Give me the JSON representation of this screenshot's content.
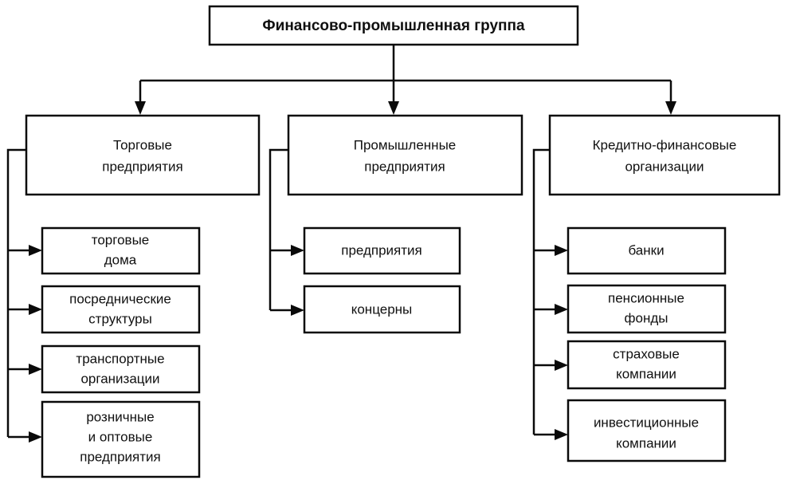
{
  "diagram": {
    "title": "Финансово-промышленная группа",
    "type": "organizational-hierarchy",
    "colors": {
      "stroke": "#0a0a0a",
      "box_fill": "#ffffff",
      "text": "#101010",
      "background": "#ffffff"
    },
    "root": {
      "id": "root",
      "label": "Финансово-промышленная группа",
      "lines": [
        "Финансово-промышленная группа"
      ]
    },
    "branches": [
      {
        "id": "trade",
        "label": "Торговые предприятия",
        "lines": [
          "Торговые",
          "предприятия"
        ],
        "children": [
          {
            "id": "trade-1",
            "label": "торговые дома",
            "lines": [
              "торговые",
              "дома"
            ]
          },
          {
            "id": "trade-2",
            "label": "посреднические структуры",
            "lines": [
              "посреднические",
              "структуры"
            ]
          },
          {
            "id": "trade-3",
            "label": "транспортные организации",
            "lines": [
              "транспортные",
              "организации"
            ]
          },
          {
            "id": "trade-4",
            "label": "розничные и оптовые предприятия",
            "lines": [
              "розничные",
              "и оптовые",
              "предприятия"
            ]
          }
        ]
      },
      {
        "id": "industrial",
        "label": "Промышленные предприятия",
        "lines": [
          "Промышленные",
          "предприятия"
        ],
        "children": [
          {
            "id": "ind-1",
            "label": "предприятия",
            "lines": [
              "предприятия"
            ]
          },
          {
            "id": "ind-2",
            "label": "концерны",
            "lines": [
              "концерны"
            ]
          }
        ]
      },
      {
        "id": "financial",
        "label": "Кредитно-финансовые организации",
        "lines": [
          "Кредитно-финансовые",
          "организации"
        ],
        "children": [
          {
            "id": "fin-1",
            "label": "банки",
            "lines": [
              "банки"
            ]
          },
          {
            "id": "fin-2",
            "label": "пенсионные фонды",
            "lines": [
              "пенсионные",
              "фонды"
            ]
          },
          {
            "id": "fin-3",
            "label": "страховые компании",
            "lines": [
              "страховые",
              "компании"
            ]
          },
          {
            "id": "fin-4",
            "label": "инвестиционные компании",
            "lines": [
              "инвестиционные",
              "компании"
            ]
          }
        ]
      }
    ]
  }
}
